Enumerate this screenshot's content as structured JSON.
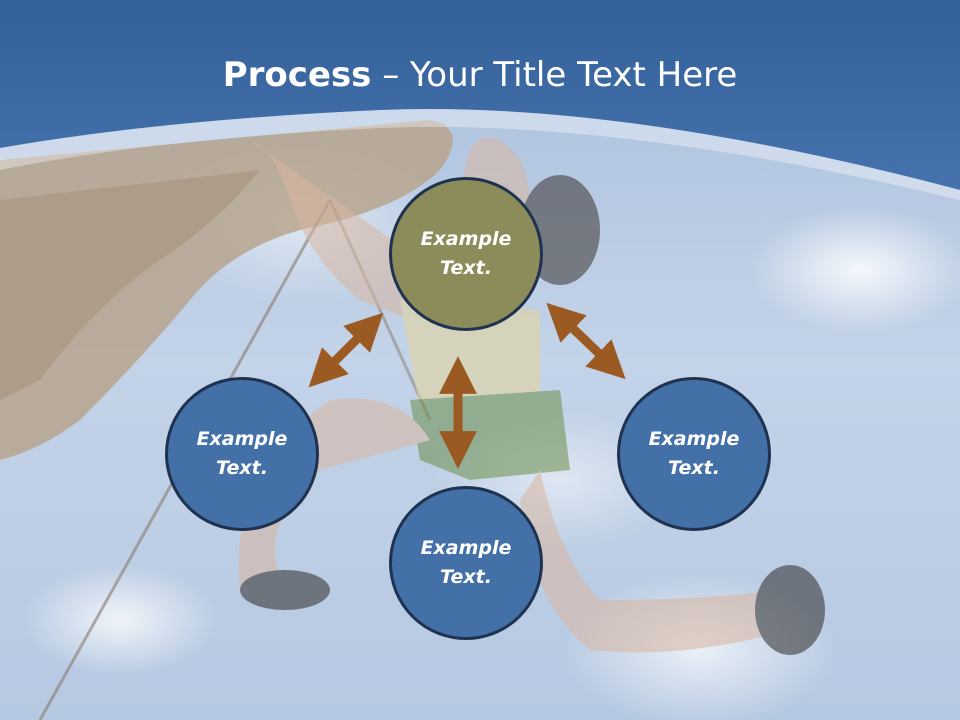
{
  "slide": {
    "title_bold": "Process",
    "title_rest": " – Your Title Text Here"
  },
  "nodes": [
    {
      "id": "top",
      "line1": "Example",
      "line2": "Text.",
      "color": "#8c8b5a"
    },
    {
      "id": "left",
      "line1": "Example",
      "line2": "Text.",
      "color": "#4470a8"
    },
    {
      "id": "right",
      "line1": "Example",
      "line2": "Text.",
      "color": "#4470a8"
    },
    {
      "id": "bottom",
      "line1": "Example",
      "line2": "Text.",
      "color": "#4470a8"
    }
  ],
  "colors": {
    "header_blue": "#3e6aa2",
    "arrow": "#9b5a22",
    "node_border": "#1f3350"
  },
  "icons": {
    "arrows": [
      "double-arrow-icon"
    ]
  }
}
